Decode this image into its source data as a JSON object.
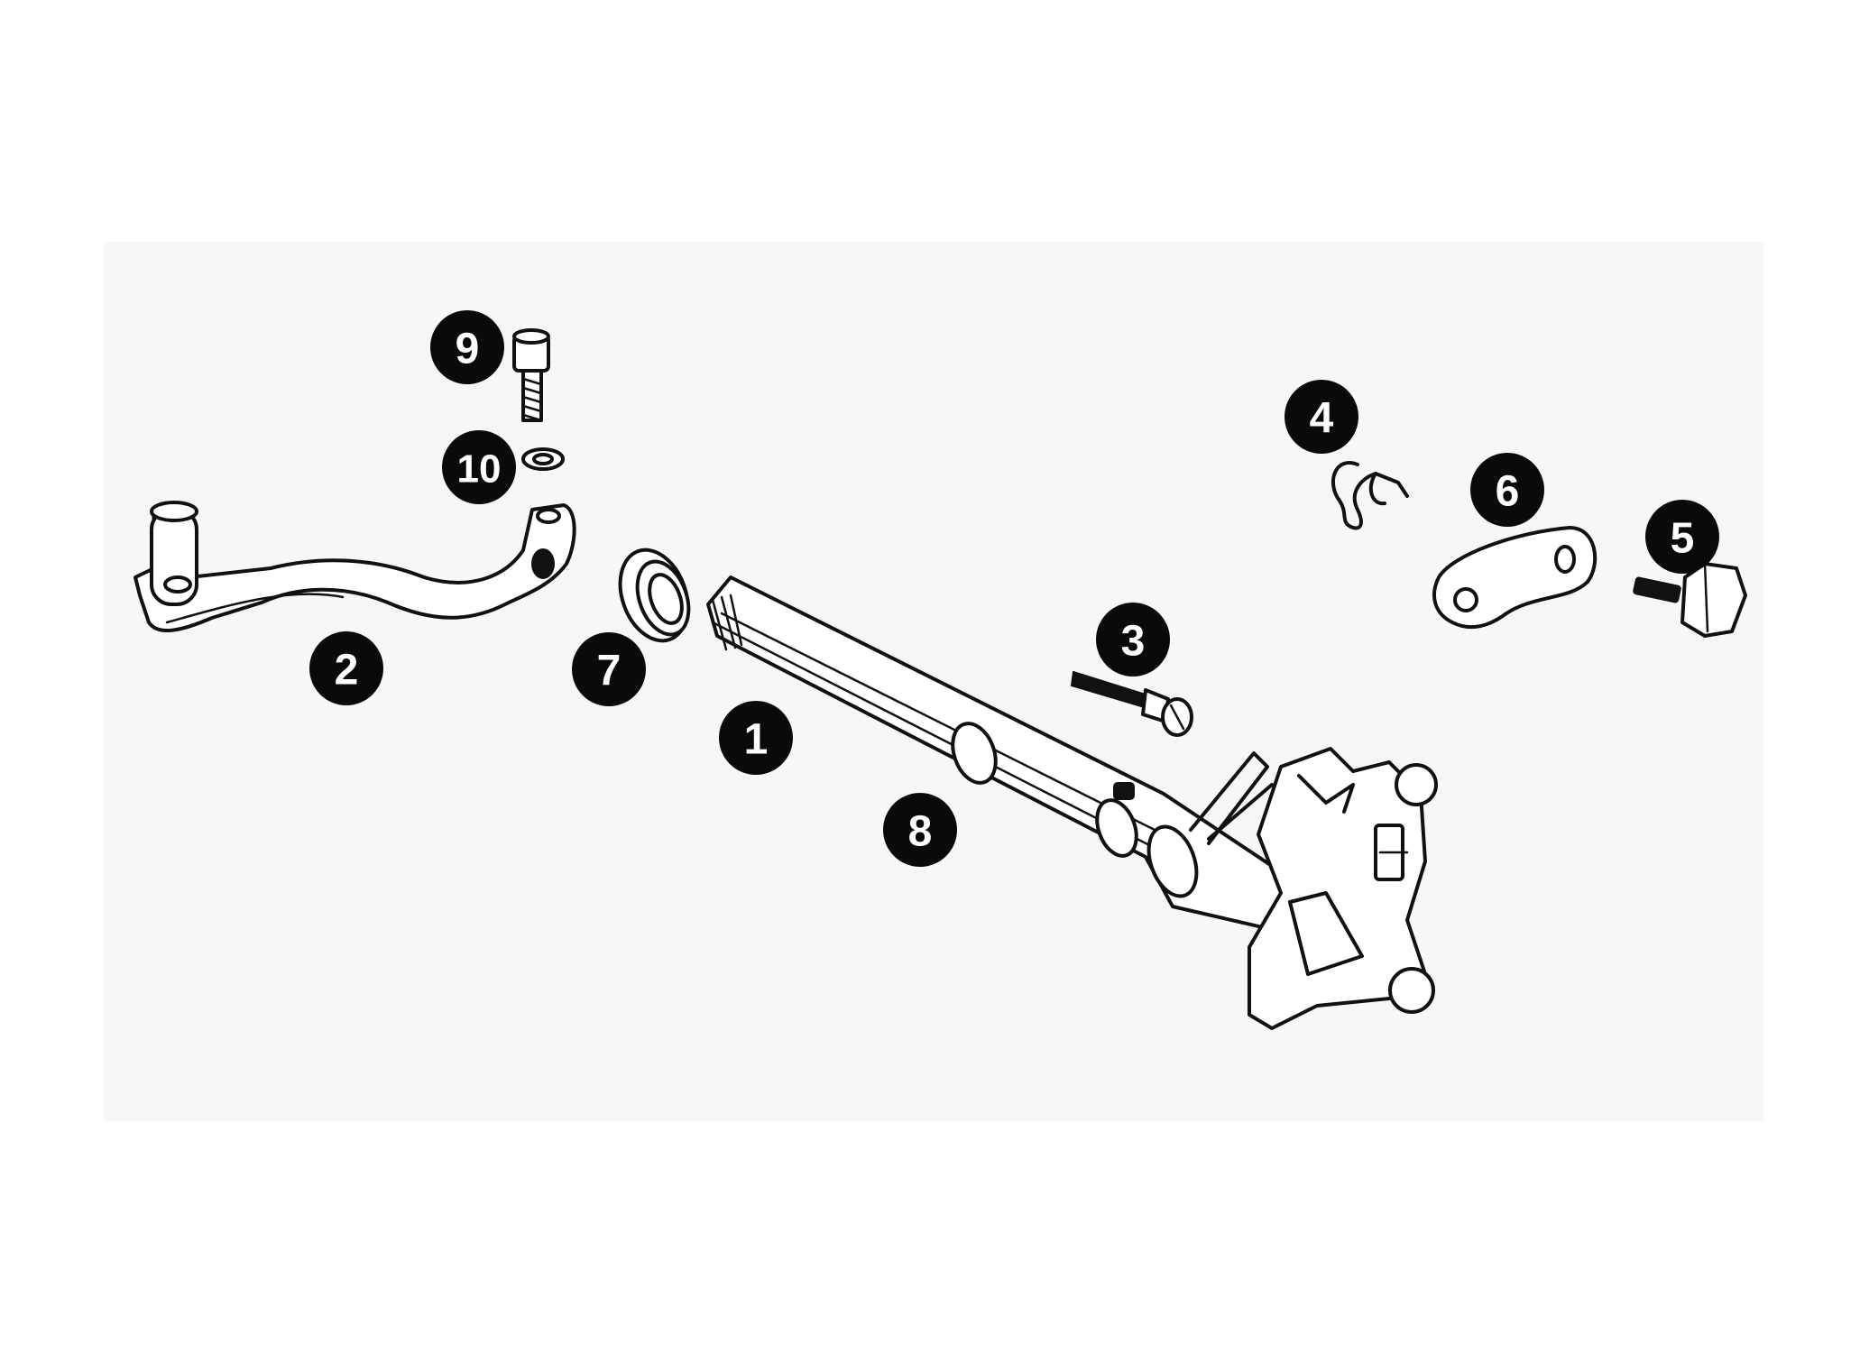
{
  "diagram": {
    "type": "exploded-parts-view",
    "callouts": [
      {
        "id": "c1",
        "label": "1"
      },
      {
        "id": "c2",
        "label": "2"
      },
      {
        "id": "c3",
        "label": "3"
      },
      {
        "id": "c4",
        "label": "4"
      },
      {
        "id": "c5",
        "label": "5"
      },
      {
        "id": "c6",
        "label": "6"
      },
      {
        "id": "c7",
        "label": "7"
      },
      {
        "id": "c8",
        "label": "8"
      },
      {
        "id": "c9",
        "label": "9"
      },
      {
        "id": "c10",
        "label": "10"
      }
    ],
    "colors": {
      "callout_fill": "#0a0a0a",
      "callout_text": "#ffffff",
      "line_art": "#111111",
      "background": "#ffffff",
      "panel": "#f7f7f7"
    }
  }
}
